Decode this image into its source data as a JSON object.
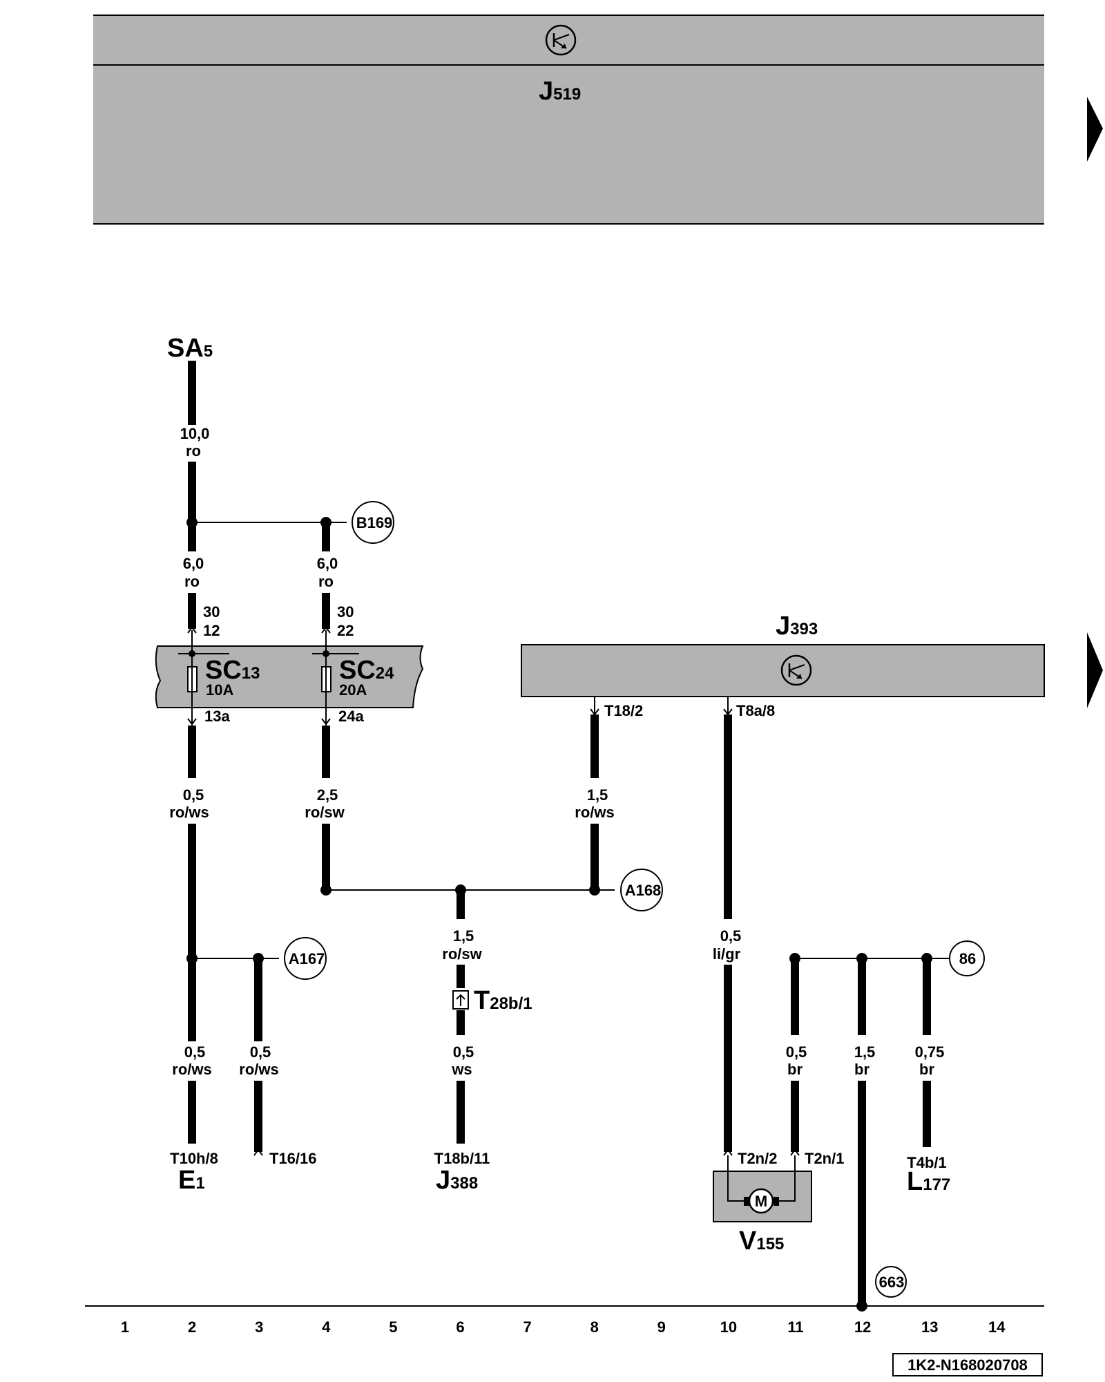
{
  "components": {
    "J519": {
      "name": "J",
      "sub": "519"
    },
    "J393": {
      "name": "J",
      "sub": "393"
    },
    "SA5": {
      "name": "SA",
      "sub": "5"
    },
    "SC13": {
      "name": "SC",
      "sub": "13",
      "rating": "10A"
    },
    "SC24": {
      "name": "SC",
      "sub": "24",
      "rating": "20A"
    },
    "T28b": {
      "name": "T",
      "sub": "28b/1"
    },
    "E1": {
      "name": "E",
      "sub": "1"
    },
    "J388": {
      "name": "J",
      "sub": "388"
    },
    "V155": {
      "name": "V",
      "sub": "155",
      "motor": "M"
    },
    "L177": {
      "name": "L",
      "sub": "177"
    }
  },
  "connectors": {
    "sc13_in_a": "30",
    "sc13_in_b": "12",
    "sc24_in_a": "30",
    "sc24_in_b": "22",
    "sc13_out": "13a",
    "sc24_out": "24a",
    "t18_2": "T18/2",
    "t8a_8": "T8a/8",
    "t10h_8": "T10h/8",
    "t16_16": "T16/16",
    "t18b_11": "T18b/11",
    "t2n_2": "T2n/2",
    "t2n_1": "T2n/1",
    "t4b_1": "T4b/1"
  },
  "wires": {
    "w_sa5": {
      "size": "10,0",
      "color": "ro"
    },
    "w_sc13_in": {
      "size": "6,0",
      "color": "ro"
    },
    "w_sc24_in": {
      "size": "6,0",
      "color": "ro"
    },
    "w_sc13_out": {
      "size": "0,5",
      "color": "ro/ws"
    },
    "w_sc24_out": {
      "size": "2,5",
      "color": "ro/sw"
    },
    "w_t18_2": {
      "size": "1,5",
      "color": "ro/ws"
    },
    "w_t28b_in": {
      "size": "1,5",
      "color": "ro/sw"
    },
    "w_t28b_out": {
      "size": "0,5",
      "color": "ws"
    },
    "w_e1": {
      "size": "0,5",
      "color": "ro/ws"
    },
    "w_t16": {
      "size": "0,5",
      "color": "ro/ws"
    },
    "w_v155": {
      "size": "0,5",
      "color": "li/gr"
    },
    "w_t2n1": {
      "size": "0,5",
      "color": "br"
    },
    "w_gnd": {
      "size": "1,5",
      "color": "br"
    },
    "w_l177": {
      "size": "0,75",
      "color": "br"
    }
  },
  "junctions": {
    "B169": "B169",
    "A168": "A168",
    "A167": "A167",
    "j86": "86",
    "j663": "663"
  },
  "track_numbers": [
    "1",
    "2",
    "3",
    "4",
    "5",
    "6",
    "7",
    "8",
    "9",
    "10",
    "11",
    "12",
    "13",
    "14"
  ],
  "doc_id": "1K2-N168020708",
  "colors": {
    "module_fill": "#b3b3b3",
    "wire": "#000000",
    "background": "#ffffff"
  }
}
